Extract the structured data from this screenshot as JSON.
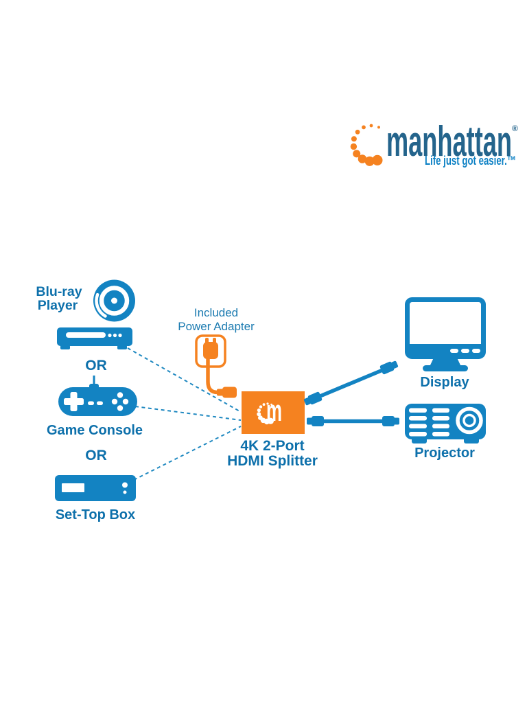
{
  "colors": {
    "icon_blue": "#1383c2",
    "label_blue": "#0d70ab",
    "wordmark_blue": "#24648c",
    "tagline_blue": "#0c80c4",
    "orange": "#f58220",
    "background": "#ffffff"
  },
  "logo": {
    "brand": "manhattan",
    "registered_mark": "®",
    "tagline": "Life just got easier.™"
  },
  "diagram": {
    "sources": {
      "bluray": {
        "label_line1": "Blu-ray",
        "label_line2": "Player"
      },
      "or_1": "OR",
      "game_console": {
        "label": "Game Console"
      },
      "or_2": "OR",
      "set_top_box": {
        "label": "Set-Top Box"
      }
    },
    "power_adapter": {
      "label_line1": "Included",
      "label_line2": "Power Adapter"
    },
    "splitter": {
      "logo_letter": "m",
      "label_line1": "4K 2-Port",
      "label_line2": "HDMI Splitter"
    },
    "outputs": {
      "display": {
        "label": "Display"
      },
      "projector": {
        "label": "Projector"
      }
    }
  }
}
